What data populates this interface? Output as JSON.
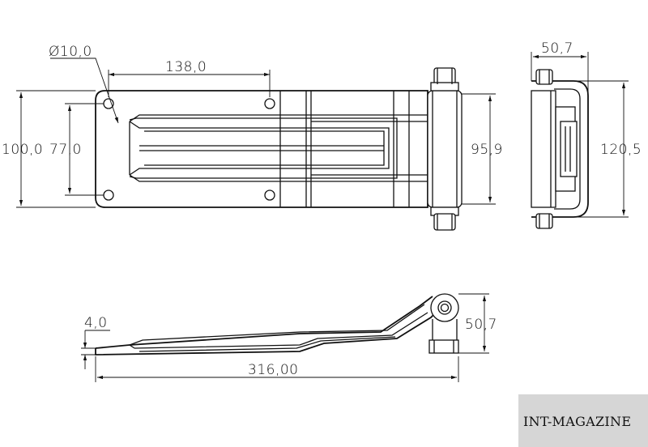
{
  "dimensions": {
    "hole_diameter": "Ø10,0",
    "hole_spacing": "138,0",
    "overall_height": "100,0",
    "inner_height": "77,0",
    "knuckle_height": "95,9",
    "side_depth": "50,7",
    "side_height": "120,5",
    "thickness": "4,0",
    "overall_length": "316,00",
    "profile_height": "50,7"
  },
  "watermark": {
    "text": "INT-MAGAZINE"
  }
}
